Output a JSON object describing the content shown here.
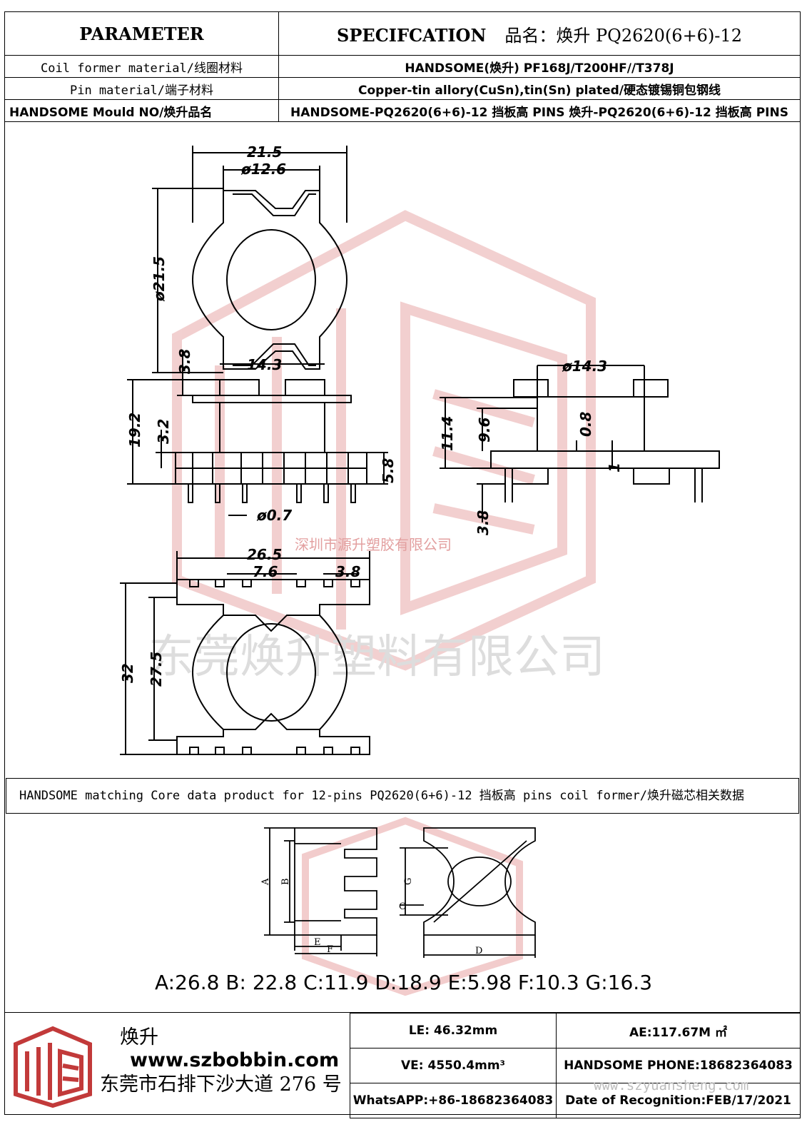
{
  "header": {
    "parameter_label": "PARAMETER",
    "spec_label": "SPECIFCATION",
    "spec_product": "品名：焕升 PQ2620(6+6)-12",
    "rows": [
      {
        "label": "Coil former material/线圈材料",
        "value": "HANDSOME(焕升)   PF168J/T200HF//T378J"
      },
      {
        "label": "Pin material/端子材料",
        "value": "Copper-tin allory(CuSn),tin(Sn) plated/硬态镀锡铜包钢线"
      },
      {
        "label": "HANDSOME Mould NO/焕升品名",
        "value": "HANDSOME-PQ2620(6+6)-12 挡板高 PINS   焕升-PQ2620(6+6)-12 挡板高 PINS"
      }
    ]
  },
  "drawing": {
    "dims": {
      "top_width": "21.5",
      "top_inner": "ø12.6",
      "top_height": "ø21.5",
      "side_height_total": "19.2",
      "side_top": "3.8",
      "side_mid": "3.2",
      "side_inner_width": "14.3",
      "side_base": "5.8",
      "pin_dia": "ø0.7",
      "right_width": "ø14.3",
      "right_h1": "11.4",
      "right_h2": "9.6",
      "right_h3": "0.8",
      "right_h4": "1",
      "right_pin": "3.8",
      "bottom_width": "26.5",
      "bottom_pitch": "7.6",
      "bottom_pitch2": "3.8",
      "bottom_height": "32",
      "bottom_inner_height": "27.5"
    },
    "watermark_small": "深圳市源升塑胶有限公司",
    "watermark_large": "东莞焕升塑料有限公司"
  },
  "core": {
    "title": "HANDSOME matching Core data  product for 12-pins PQ2620(6+6)-12 挡板高 pins coil former/焕升磁芯相关数据",
    "letters": {
      "a": "A",
      "b": "B",
      "c": "C",
      "d": "D",
      "e": "E",
      "f": "F",
      "g": "G"
    },
    "dims_line": "A:26.8 B: 22.8 C:11.9 D:18.9 E:5.98 F:10.3 G:16.3"
  },
  "footer": {
    "brand_name": "焕升",
    "url": "www.szbobbin.com",
    "address": "东莞市石排下沙大道 276 号",
    "le": "LE: 46.32mm",
    "ae": "AE:117.67M ㎡",
    "ve": "VE: 4550.4mm³",
    "phone": "HANDSOME PHONE:18682364083",
    "whatsapp": "WhatsAPP:+86-18682364083",
    "date": "Date of Recognition:FEB/17/2021",
    "site_watermark": "www.szyuansheng.com"
  },
  "colors": {
    "watermark": "#e9b7b7",
    "line": "#000000"
  }
}
